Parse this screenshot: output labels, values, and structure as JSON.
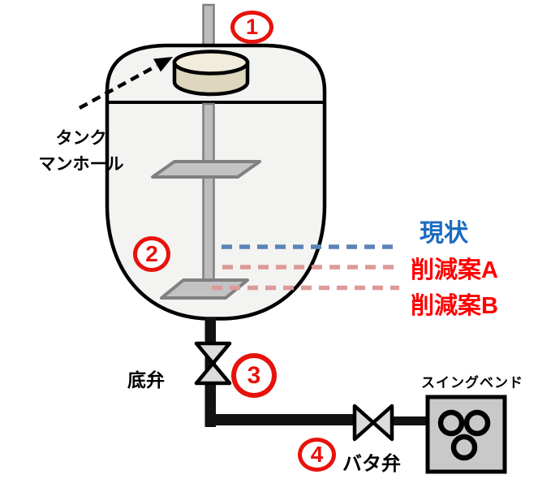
{
  "diagram": {
    "labels": {
      "tank_manhole_line1": "タンク",
      "tank_manhole_line2": "マンホール",
      "bottom_valve": "底弁",
      "butterfly_valve": "バタ弁",
      "swing_bend": "スイングベンド"
    },
    "legend": {
      "current": "現状",
      "reduction_plan_a": "削減案A",
      "reduction_plan_b": "削減案B"
    },
    "badges": [
      {
        "number": "1"
      },
      {
        "number": "2"
      },
      {
        "number": "3"
      },
      {
        "number": "4"
      }
    ]
  },
  "colors": {
    "badge-red": "#e8120c",
    "label-blue": "#1b6bc0",
    "label-red": "#fe0000",
    "dash-blue": "#5b84b8",
    "dash-pink": "#dd9a98",
    "tank-fill": "#f3f3f1",
    "manhole-top": "#f1ecdb",
    "manhole-side": "#ded6bd",
    "metal-gray": "#c3c3c3",
    "box-gray": "#c9c9c9"
  }
}
